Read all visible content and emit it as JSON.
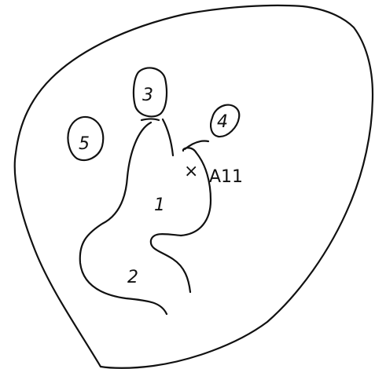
{
  "diagram": {
    "regions": [
      {
        "id": "region-1",
        "label": "1"
      },
      {
        "id": "region-2",
        "label": "2"
      },
      {
        "id": "region-3",
        "label": "3"
      },
      {
        "id": "region-4",
        "label": "4"
      },
      {
        "id": "region-5",
        "label": "5"
      }
    ],
    "marker": {
      "symbol": "×",
      "label": "A11"
    },
    "stroke_color": "#111111"
  }
}
